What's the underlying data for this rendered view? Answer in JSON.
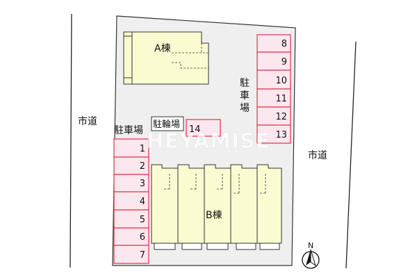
{
  "map": {
    "road_left_label": "市道",
    "road_right_label": "市道",
    "building_a_label": "A棟",
    "building_b_label": "B棟",
    "bike_parking_label": "駐輪場",
    "parking_left_label": "駐車場",
    "parking_right_label_chars": [
      "駐",
      "車",
      "場"
    ],
    "watermark": "HEYAMISE",
    "north_label": "N",
    "spaces_left": [
      "1",
      "2",
      "3",
      "4",
      "5",
      "6",
      "7"
    ],
    "spaces_right": [
      "8",
      "9",
      "10",
      "11",
      "12",
      "13"
    ],
    "space_bike_area": "14"
  },
  "colors": {
    "lot": "#efefef",
    "building": "#fbfbd2",
    "parking_fill": "#fde7ee",
    "parking_stroke": "#e0304e",
    "outline": "#333333"
  }
}
